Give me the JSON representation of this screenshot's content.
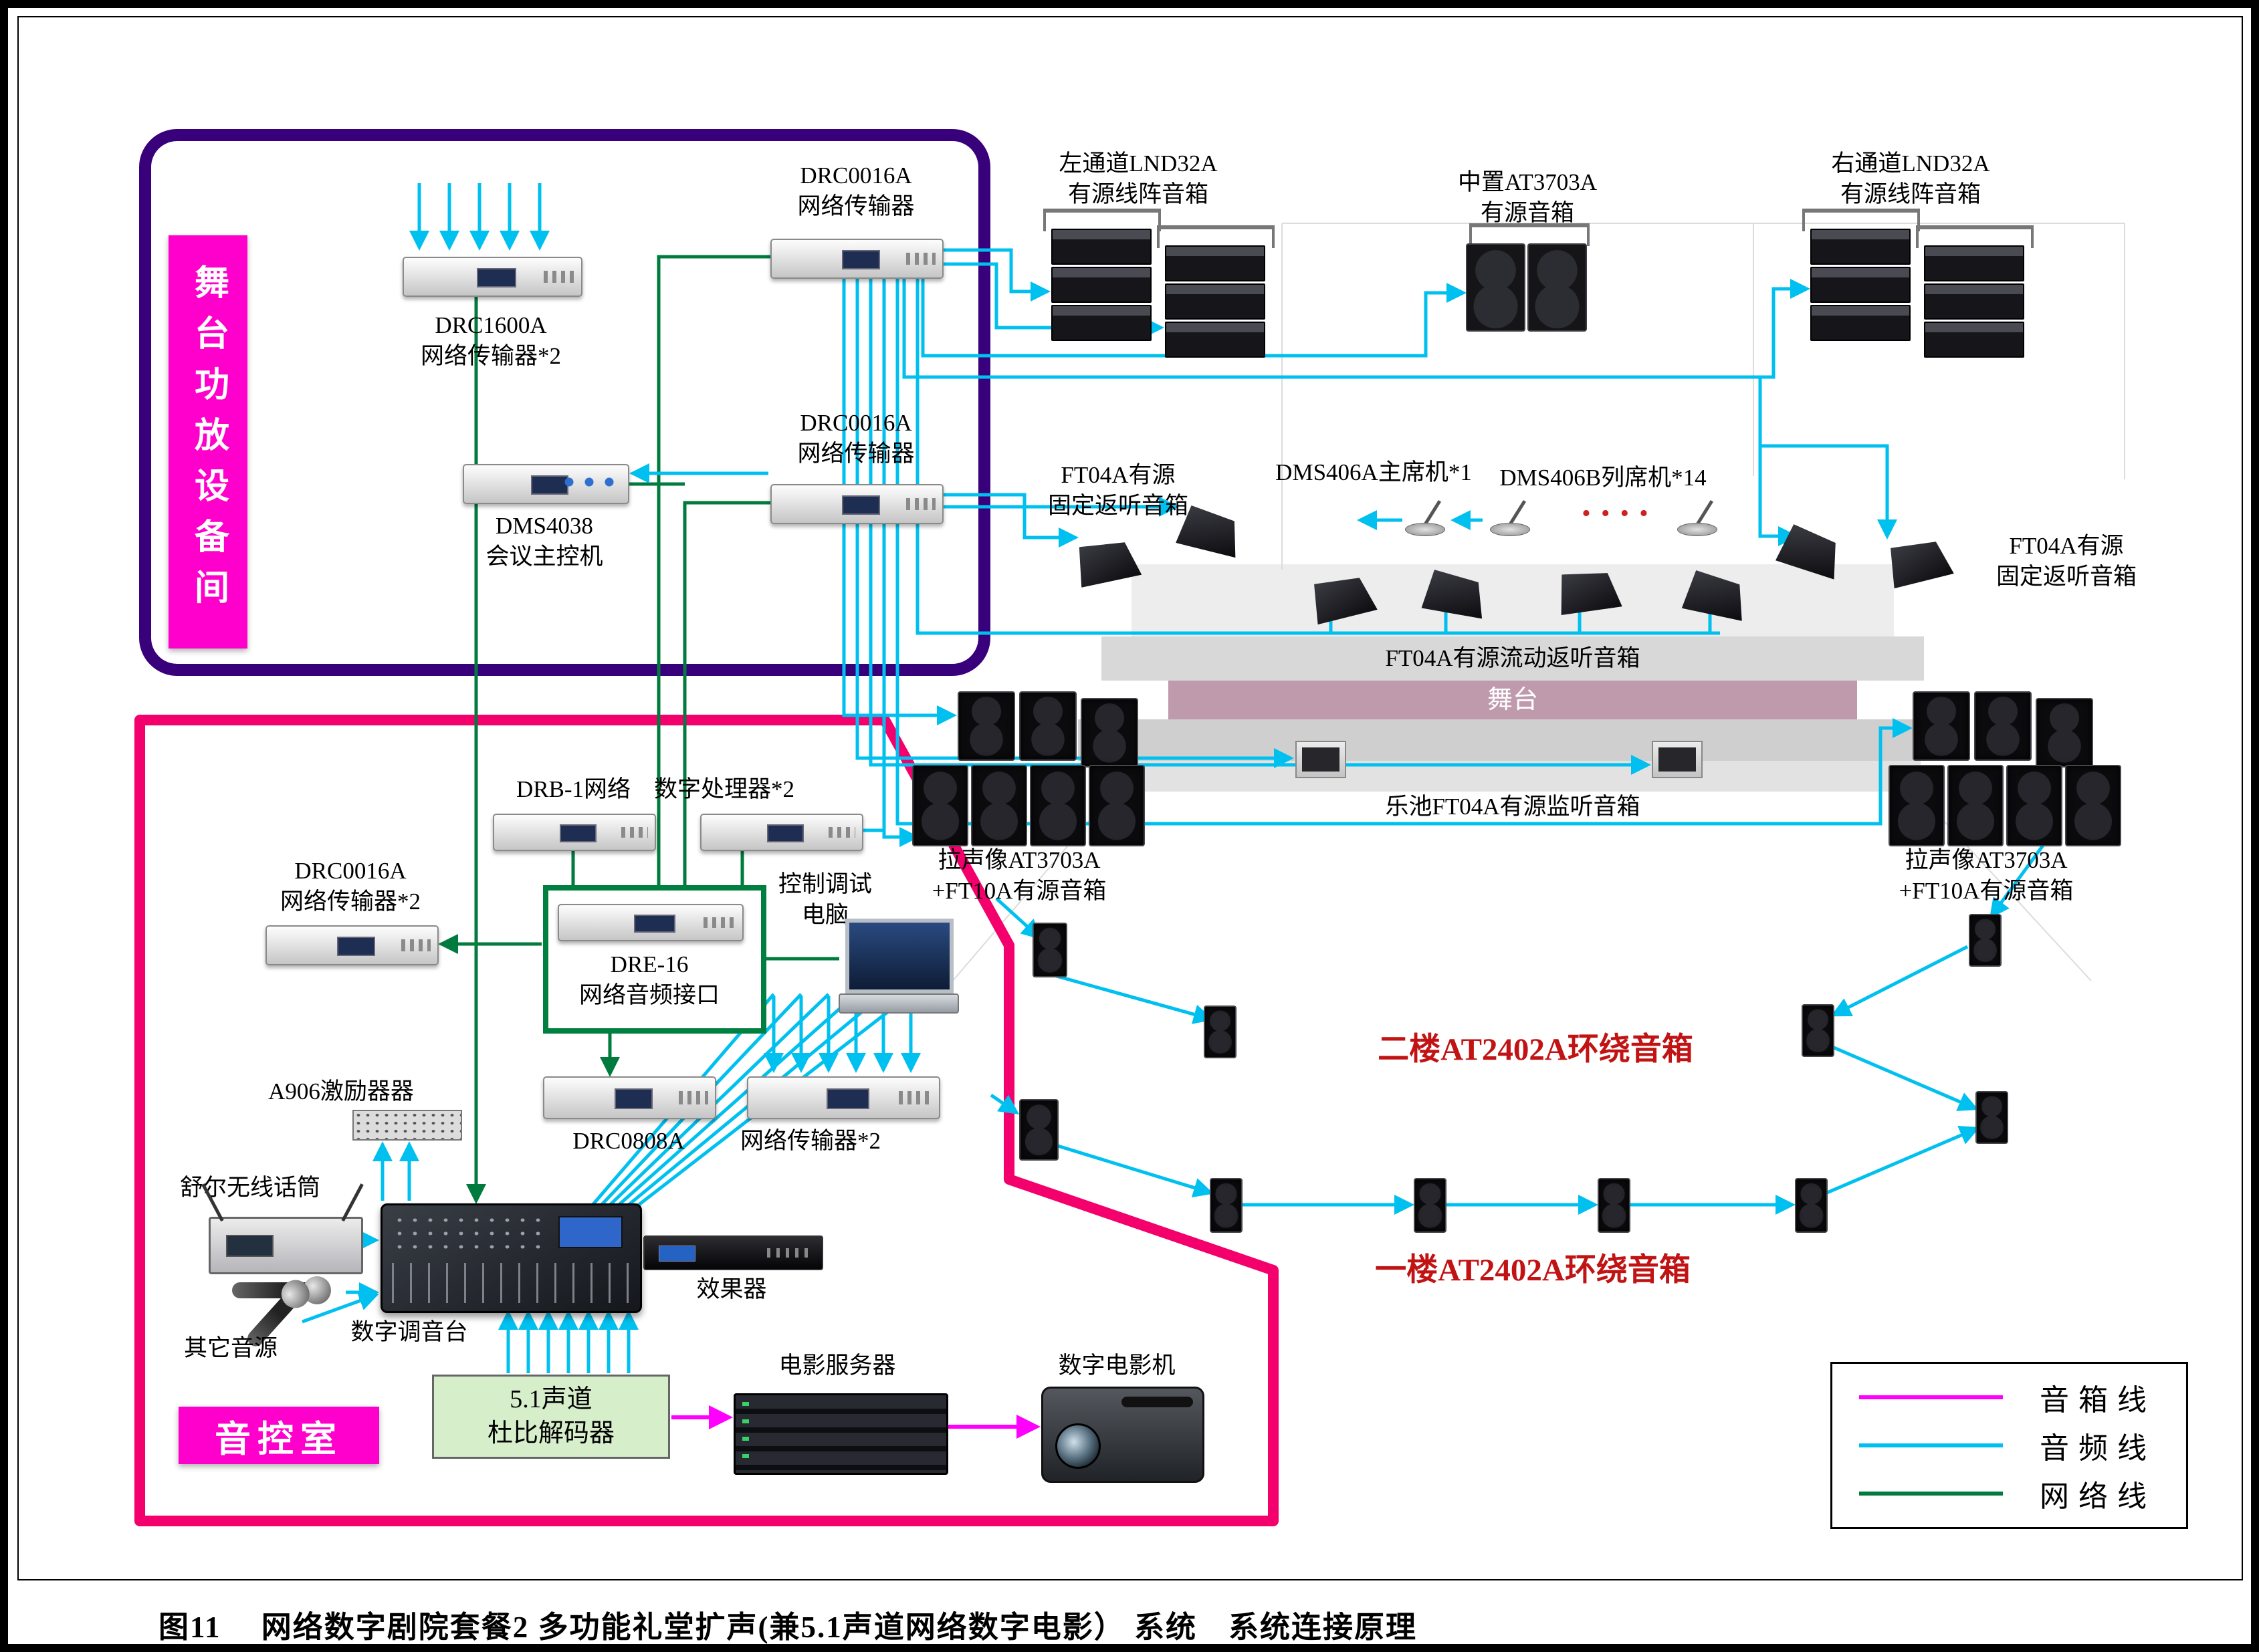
{
  "diagram": {
    "caption": "图11　 网络数字剧院套餐2 多功能礼堂扩声(兼5.1声道网络数字电影） 系统　系统连接原理"
  },
  "colors": {
    "audio_line": "#00c0ef",
    "network_line": "#007b3d",
    "speaker_line": "#ff00ff",
    "stage_region_border": "#38007a",
    "control_region_border": "#f4006c",
    "region_label_bg": "#ff00cc",
    "surround_text": "#c11313"
  },
  "regions": {
    "stage_room": "舞台功放设备间",
    "control_room": "音控室"
  },
  "labels": {
    "drc1600a": "DRC1600A\n网络传输器*2",
    "drc0016a_top": "DRC0016A\n网络传输器",
    "drc0016a_mid": "DRC0016A\n网络传输器",
    "dms4038": "DMS4038\n会议主控机",
    "left_array": "左通道LND32A\n有源线阵音箱",
    "center_speaker": "中置AT3703A\n有源音箱",
    "right_array": "右通道LND32A\n有源线阵音箱",
    "ft04a_left": "FT04A有源\n固定返听音箱",
    "ft04a_right": "FT04A有源\n固定返听音箱",
    "chairman_mic": "DMS406A主席机*1",
    "delegate_mic": "DMS406B列席机*14",
    "mic_dots": "····",
    "stage_monitors": "FT04A有源流动返听音箱",
    "stage": "舞台",
    "pit_monitors": "乐池FT04A有源监听音箱",
    "cluster_left": "拉声像AT3703A\n+FT10A有源音箱",
    "cluster_right": "拉声像AT3703A\n+FT10A有源音箱",
    "surround_2f": "二楼AT2402A环绕音箱",
    "surround_1f": "一楼AT2402A环绕音箱",
    "drb1": "DRB-1网络　数字处理器*2",
    "drc0016a_x2": "DRC0016A\n网络传输器*2",
    "pc": "控制调试\n电脑",
    "dre16": "DRE-16\n网络音频接口",
    "a906": "A906激励器器",
    "drc0808a": "DRC0808A",
    "transmitter_x2": "网络传输器*2",
    "shure_mic": "舒尔无线话筒",
    "other_source": "其它音源",
    "mixer": "数字调音台",
    "fx": "效果器",
    "decoder": "5.1声道\n杜比解码器",
    "movie_server": "电影服务器",
    "projector": "数字电影机"
  },
  "legend": {
    "items": [
      {
        "label": "音箱线",
        "color": "#ff00ff"
      },
      {
        "label": "音频线",
        "color": "#00c0ef"
      },
      {
        "label": "网络线",
        "color": "#007b3d"
      }
    ]
  }
}
